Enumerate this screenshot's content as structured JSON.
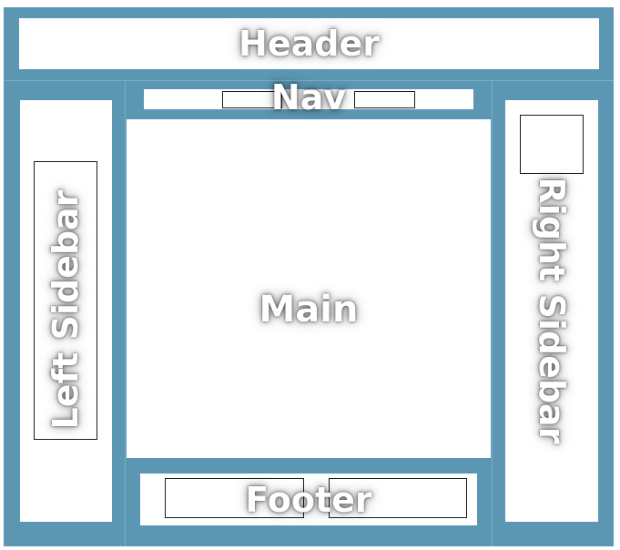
{
  "labels": {
    "header": "Header",
    "nav": "Nav",
    "left_sidebar": "Left Sidebar",
    "main": "Main",
    "right_sidebar": "Right Sidebar",
    "footer": "Footer"
  },
  "colors": {
    "frame": "#5b96b3",
    "box": "#ffffff",
    "label": "#ffffff"
  }
}
